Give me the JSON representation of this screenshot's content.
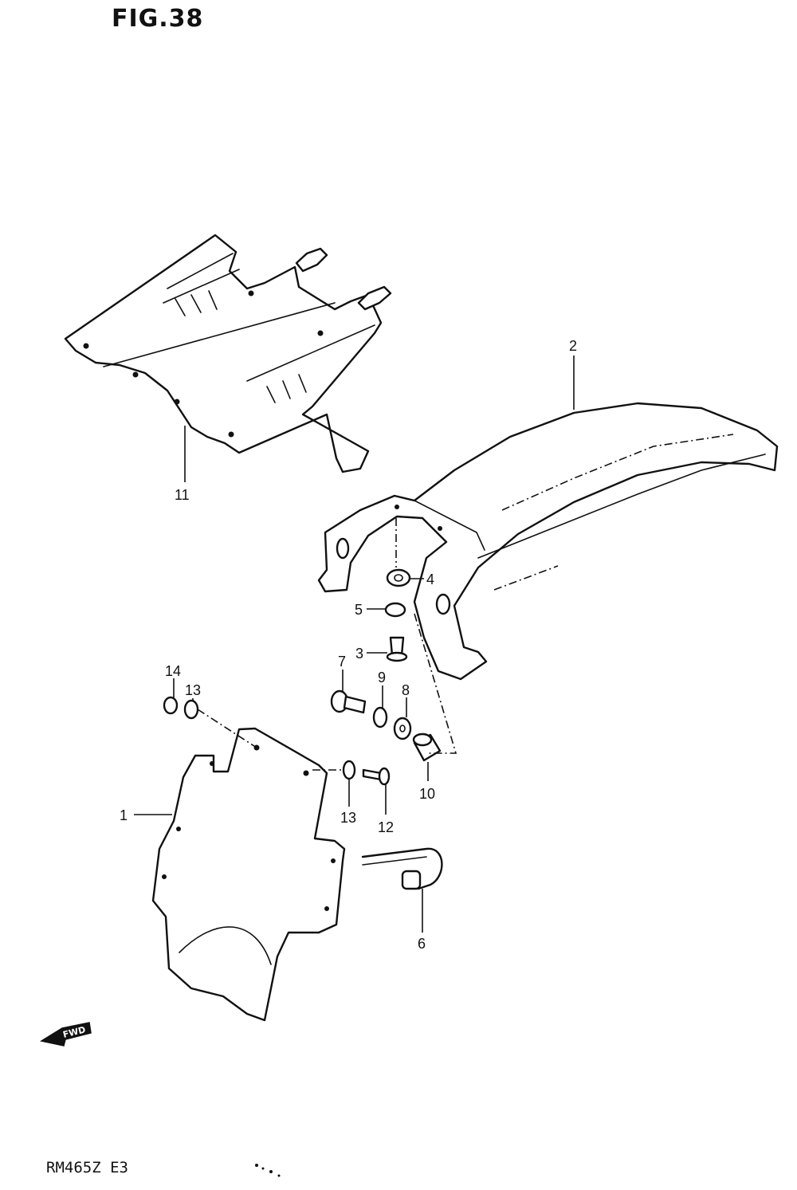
{
  "figure": {
    "title": "FIG.38",
    "model_code": "RM465Z E3",
    "front_arrow_text": "FWD"
  },
  "callouts": {
    "part_1": "1",
    "part_2": "2",
    "part_3": "3",
    "part_4": "4",
    "part_5": "5",
    "part_6": "6",
    "part_7": "7",
    "part_8": "8",
    "part_9": "9",
    "part_10": "10",
    "part_11": "11",
    "part_12": "12",
    "part_13a": "13",
    "part_13b": "13",
    "part_14": "14"
  }
}
